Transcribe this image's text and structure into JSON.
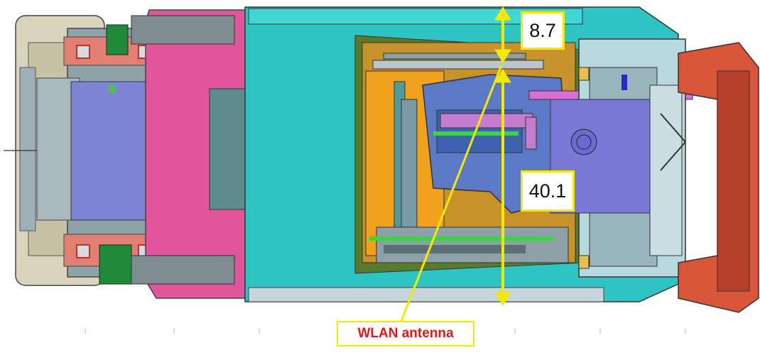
{
  "figure": {
    "dimension_top_label": "8.7",
    "dimension_height_label": "40.1",
    "antenna_label": "WLAN antenna",
    "colors": {
      "annotation_yellow": "#f2ea00",
      "antenna_text_red": "#e81414",
      "housing_cyan": "#2ec4c4",
      "lens_blue": "#7d84d6",
      "pcb_orange": "#f0a21e",
      "eyecup_red": "#d9553a",
      "grip_pink": "#e0559c"
    }
  }
}
